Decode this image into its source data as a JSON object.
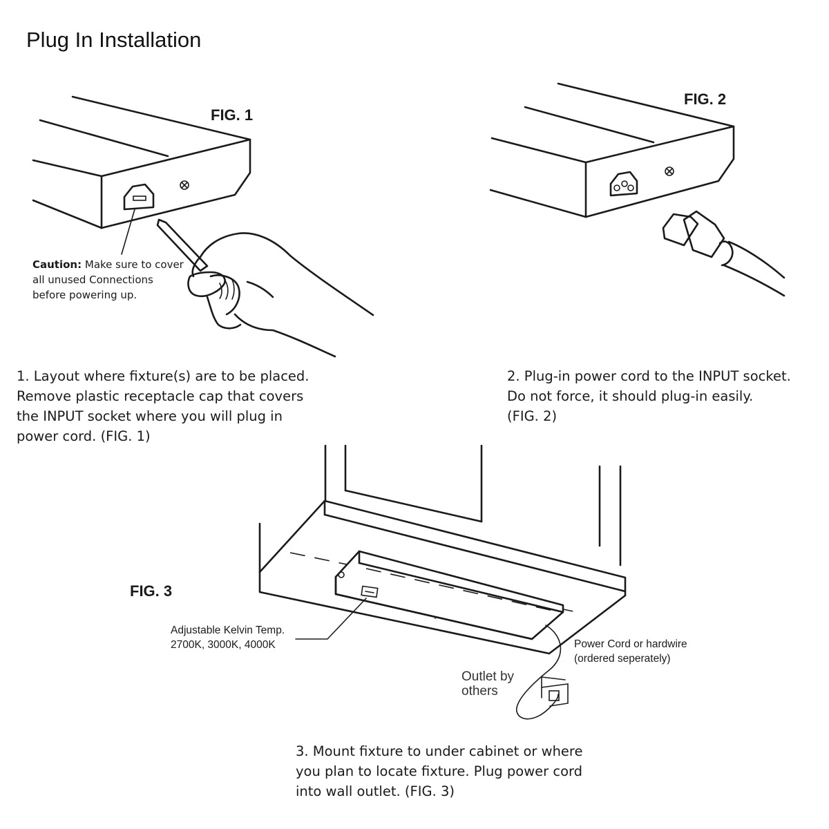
{
  "title": "Plug In Installation",
  "figures": {
    "fig1": {
      "label": "FIG. 1",
      "caution_label": "Caution:",
      "caution_lines": [
        " Make sure to cover",
        "all unused Connections",
        "before powering up."
      ]
    },
    "fig2": {
      "label": "FIG. 2"
    },
    "fig3": {
      "label": "FIG. 3",
      "kelvin_lines": [
        "Adjustable Kelvin Temp.",
        "2700K, 3000K, 4000K"
      ],
      "cord_lines": [
        "Power Cord or hardwire",
        "(ordered seperately)"
      ],
      "outlet_lines": [
        "Outlet by",
        "others"
      ]
    }
  },
  "steps": [
    {
      "lines": [
        "1. Layout where fixture(s) are to be placed.",
        "Remove plastic receptacle cap that covers",
        "the INPUT socket where you will plug in",
        "power cord. (FIG. 1)"
      ]
    },
    {
      "lines": [
        "2. Plug-in power cord to the INPUT socket.",
        "Do not force, it should plug-in easily.",
        "(FIG. 2)"
      ]
    },
    {
      "lines": [
        "3. Mount fixture to under cabinet or where",
        "you plan to locate fixture. Plug power cord",
        "into wall outlet. (FIG. 3)"
      ]
    }
  ]
}
